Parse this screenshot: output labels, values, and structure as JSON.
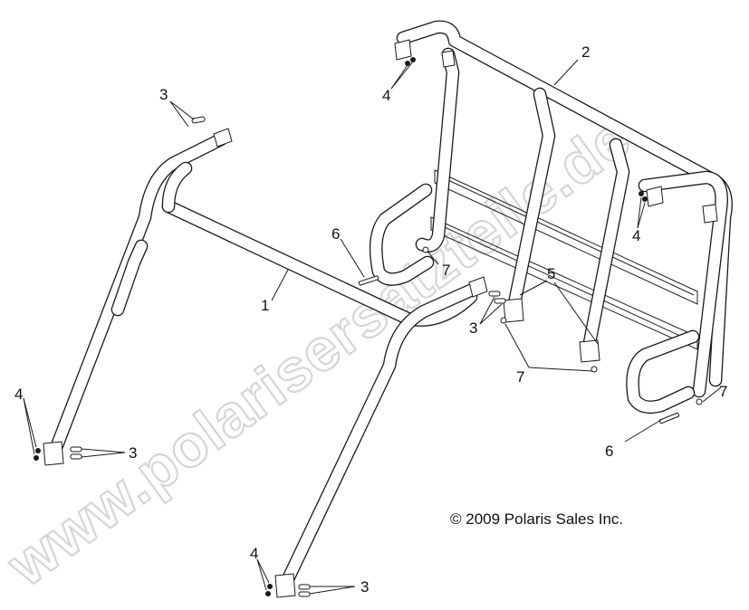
{
  "diagram": {
    "copyright": "© 2009 Polaris Sales Inc.",
    "watermark": "www.polarisersatzteile.de",
    "callouts": {
      "c1": "1",
      "c2": "2",
      "c3a": "3",
      "c3b": "3",
      "c3c": "3",
      "c3d": "3",
      "c4a": "4",
      "c4b": "4",
      "c4c": "4",
      "c4d": "4",
      "c5": "5",
      "c6a": "6",
      "c6b": "6",
      "c7a": "7",
      "c7b": "7",
      "c7c": "7"
    }
  }
}
